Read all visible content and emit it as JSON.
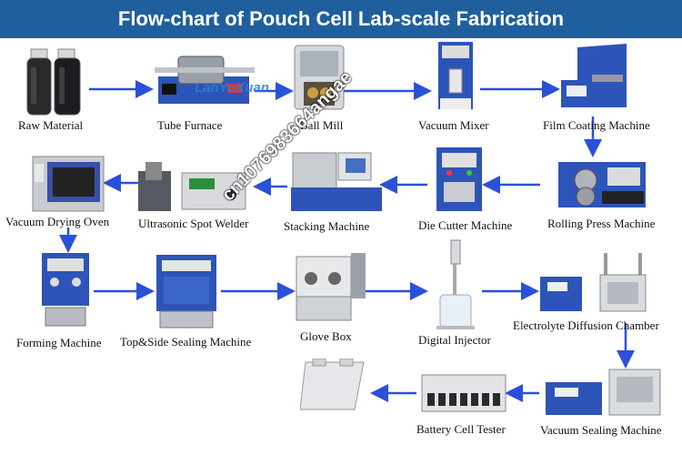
{
  "title": "Flow-chart of Pouch Cell Lab-scale Fabrication",
  "colors": {
    "banner": "#1f5f9e",
    "arrow": "#2b50d8",
    "machine_blue": "#2d54b8",
    "machine_gray": "#c9ccd1"
  },
  "steps": [
    "Raw Material",
    "Tube Furnace",
    "Ball Mill",
    "Vacuum Mixer",
    "Film Coating Machine",
    "Rolling Press Machine",
    "Die Cutter Machine",
    "Stacking Machine",
    "Ultrasonic Spot Welder",
    "Vacuum Drying Oven",
    "Forming Machine",
    "Top&Side Sealing Machine",
    "Glove Box",
    "Digital Injector",
    "Electrolyte Diffusion Chamber",
    "Vacuum Sealing Machine",
    "Battery Cell Tester"
  ],
  "watermarks": {
    "logo": "LanYoXuan",
    "contact": "cn1076983664angae"
  }
}
